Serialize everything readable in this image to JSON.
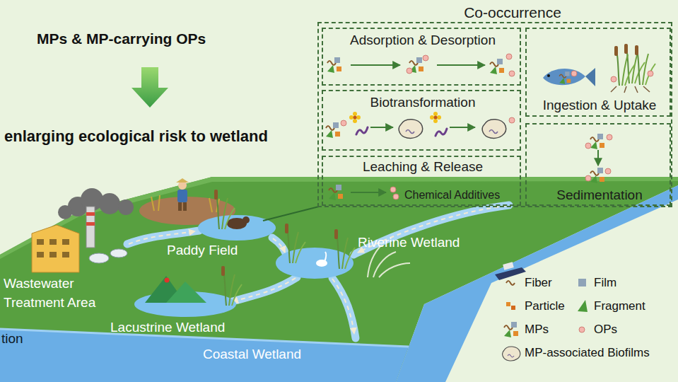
{
  "diagram": {
    "nodes": [
      {
        "text": [
          "Co-occurrence"
        ]
      },
      {
        "text": [
          "Adsorption & Desorption"
        ],
        "in": 0
      },
      {
        "text": [
          "Biotransformation"
        ],
        "in": 0
      },
      {
        "text": [
          "Leaching & Release",
          "Chemical Additives"
        ],
        "in": 0
      },
      {
        "text": [
          "Ingestion & Uptake"
        ],
        "in": 0
      },
      {
        "text": [
          "Sedimentation"
        ],
        "in": 0
      }
    ],
    "labels": [
      "MPs & MP-carrying OPs",
      "enlarging ecological risk to wetland",
      "Wastewater Treatment Area",
      "Paddy Field",
      "Riverine Wetland",
      "Lacustrine Wetland",
      "Coastal Wetland",
      "tion"
    ],
    "legend": [
      {
        "text": "Fiber"
      },
      {
        "text": "Film"
      },
      {
        "text": "Particle"
      },
      {
        "text": "Fragment"
      },
      {
        "text": "MPs"
      },
      {
        "text": "OPs"
      },
      {
        "text": "MP-associated Biofilms"
      }
    ]
  }
}
